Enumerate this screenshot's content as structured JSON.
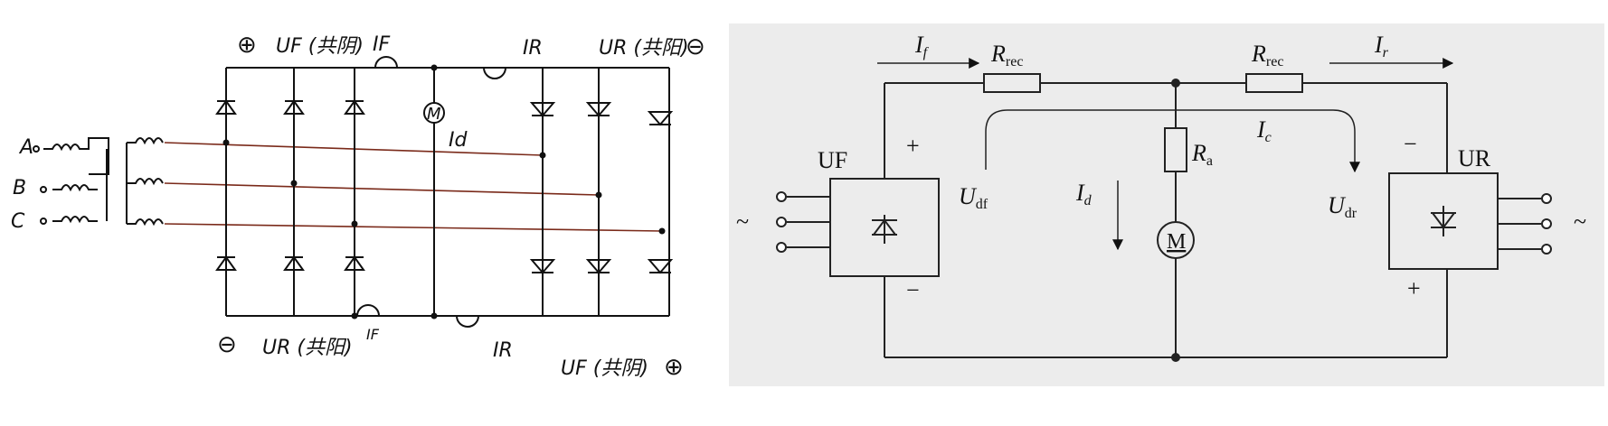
{
  "left_panel": {
    "phases": [
      "A",
      "B",
      "C"
    ],
    "top_left_sign": "⊕",
    "top_left_label": "UF (共阴)",
    "top_if_label": "IF",
    "top_ir_label": "IR",
    "top_right_label": "UR (共阳)",
    "top_right_sign": "⊖",
    "motor_symbol": "M",
    "id_label": "Id",
    "bottom_left_sign": "⊖",
    "bottom_left_label": "UR (共阳)",
    "bottom_if_label": "IF",
    "bottom_ir_label": "IR",
    "bottom_right_label": "UF (共阴)",
    "bottom_right_sign": "⊕"
  },
  "right_panel": {
    "if_label": "I",
    "if_sub": "f",
    "rrec_left": "R",
    "rrec_left_sub": "rec",
    "rrec_right": "R",
    "rrec_right_sub": "rec",
    "ir_label": "I",
    "ir_sub": "r",
    "ic_label": "I",
    "ic_sub": "c",
    "uf_name": "UF",
    "ur_name": "UR",
    "uf_plus": "+",
    "uf_minus": "−",
    "ur_minus": "−",
    "ur_plus": "+",
    "udf_label": "U",
    "udf_sub": "df",
    "udr_label": "U",
    "udr_sub": "dr",
    "ra_label": "R",
    "ra_sub": "a",
    "id_label": "I",
    "id_sub": "d",
    "motor_symbol": "M",
    "ac_left": "~",
    "ac_right": "~"
  },
  "colors": {
    "ink": "#111111",
    "phase_line": "#7a2a1a",
    "panel_bg": "#ececec"
  }
}
